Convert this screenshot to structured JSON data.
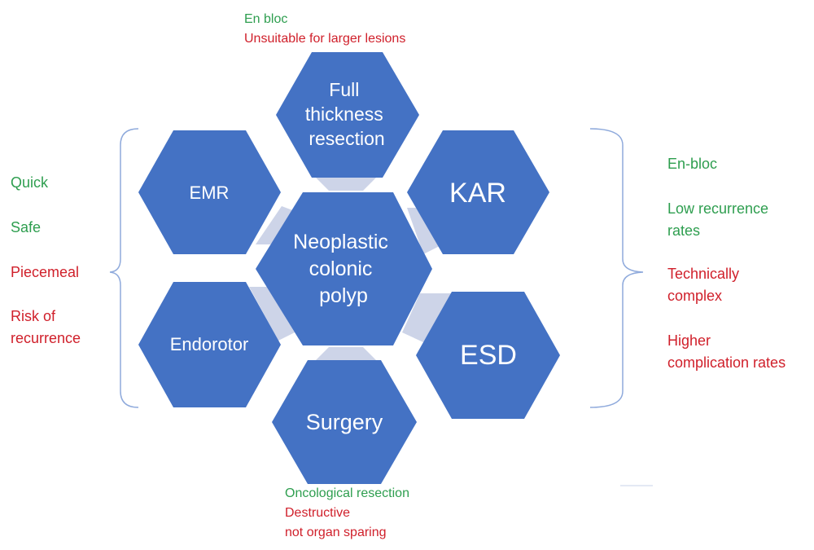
{
  "colors": {
    "hexagon": "#4472C4",
    "connector": "#CDD4E8",
    "bracket": "#8FAADC",
    "pro": "#2E9E4F",
    "con": "#D0202B"
  },
  "center": {
    "lines": [
      "Neoplastic",
      "colonic",
      "polyp"
    ]
  },
  "hexagons": {
    "fullthickness": {
      "lines": [
        "Full",
        "thickness",
        "resection"
      ]
    },
    "emr": {
      "lines": [
        "EMR"
      ]
    },
    "kar": {
      "lines": [
        "KAR"
      ]
    },
    "endorotor": {
      "lines": [
        "Endorotor"
      ]
    },
    "esd": {
      "lines": [
        "ESD"
      ]
    },
    "surgery": {
      "lines": [
        "Surgery"
      ]
    }
  },
  "notes": {
    "top": {
      "pro": "En bloc",
      "con": "Unsuitable for larger lesions"
    },
    "bottom": {
      "pro": "Oncological resection",
      "con1": "Destructive",
      "con2": "not organ sparing"
    },
    "left": {
      "quick": "Quick",
      "safe": "Safe",
      "piecemeal": "Piecemeal",
      "risk1": "Risk of",
      "risk2": "recurrence"
    },
    "right": {
      "enbloc": "En-bloc",
      "low1": "Low recurrence",
      "low2": "rates",
      "tech1": "Technically",
      "tech2": "complex",
      "high1": "Higher",
      "high2": "complication rates"
    }
  }
}
